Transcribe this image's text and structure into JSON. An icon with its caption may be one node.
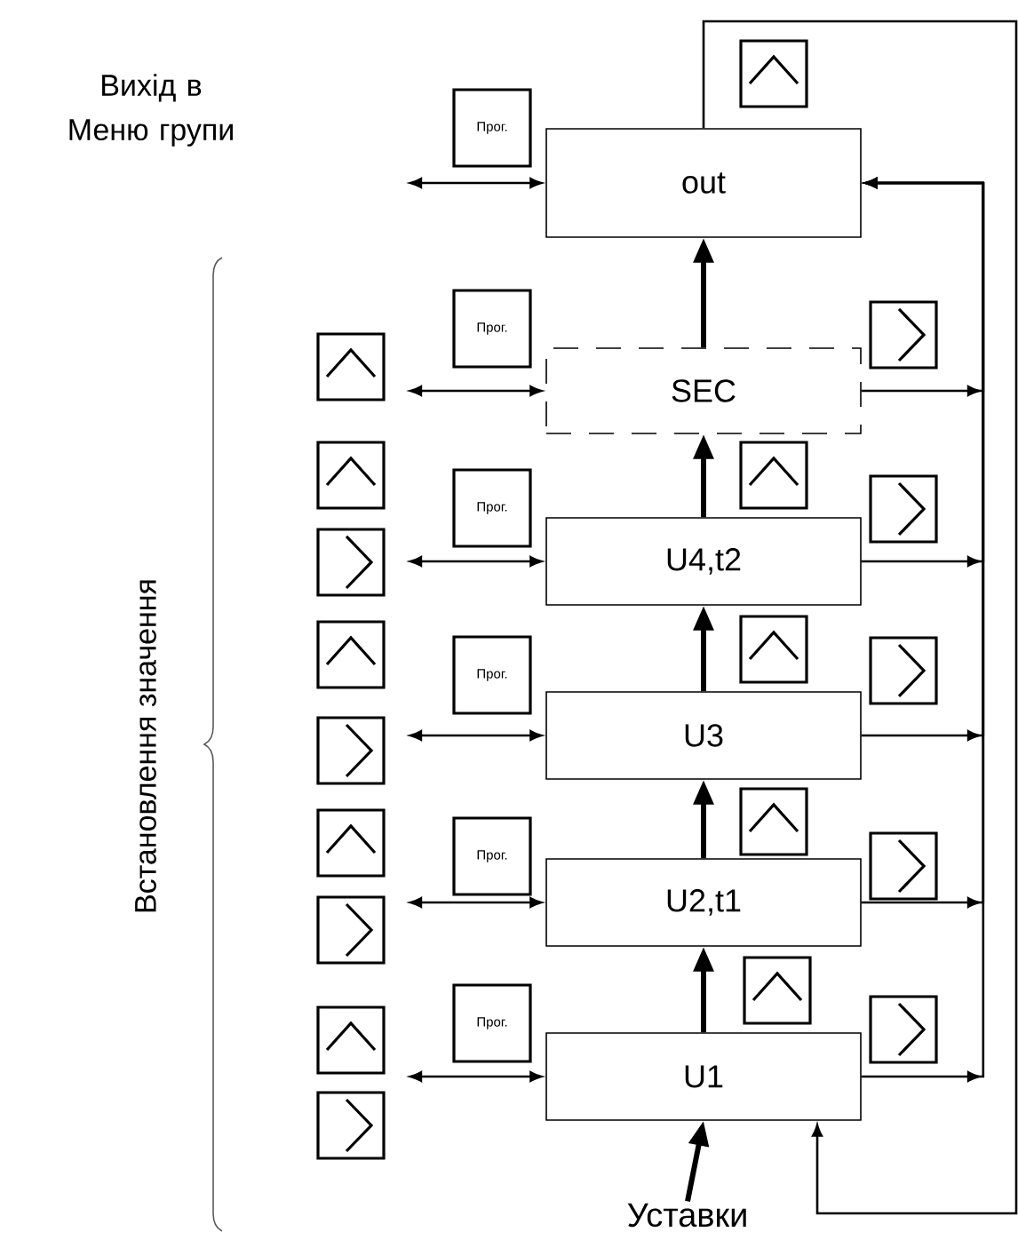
{
  "diagram": {
    "nodes": [
      {
        "text": [
          "out"
        ]
      },
      {
        "text": [
          "SEC"
        ]
      },
      {
        "text": [
          "U4,t2"
        ]
      },
      {
        "text": [
          "U3"
        ]
      },
      {
        "text": [
          "U2,t1"
        ]
      },
      {
        "text": [
          "U1"
        ]
      },
      {
        "text": [
          "Прог."
        ]
      },
      {
        "text": [
          "Прог."
        ]
      },
      {
        "text": [
          "Прог."
        ]
      },
      {
        "text": [
          "Прог."
        ]
      },
      {
        "text": [
          "Прог."
        ]
      },
      {
        "text": [
          "Прог."
        ]
      },
      {
        "text": [
          "Уставки"
        ]
      }
    ],
    "edges": [
      {
        "from": null,
        "to": 0,
        "arrow": "both"
      },
      {
        "from": null,
        "to": 1,
        "arrow": "both"
      },
      {
        "from": null,
        "to": 2,
        "arrow": "both"
      },
      {
        "from": null,
        "to": 3,
        "arrow": "both"
      },
      {
        "from": null,
        "to": 4,
        "arrow": "both"
      },
      {
        "from": null,
        "to": 5,
        "arrow": "both"
      },
      {
        "from": 12,
        "to": 5,
        "arrow": "to",
        "style": "thick"
      },
      {
        "from": 5,
        "to": 4,
        "arrow": "to",
        "style": "thick"
      },
      {
        "from": 4,
        "to": 3,
        "arrow": "to",
        "style": "thick"
      },
      {
        "from": 3,
        "to": 2,
        "arrow": "to",
        "style": "thick"
      },
      {
        "from": 2,
        "to": 1,
        "arrow": "to",
        "style": "thick"
      },
      {
        "from": 1,
        "to": 0,
        "arrow": "to",
        "style": "thick"
      },
      {
        "from": 1,
        "to": 0,
        "arrow": "to"
      },
      {
        "from": 2,
        "to": 0,
        "arrow": "to"
      },
      {
        "from": 3,
        "to": 0,
        "arrow": "to"
      },
      {
        "from": 4,
        "to": 0,
        "arrow": "to"
      },
      {
        "from": 5,
        "to": 0,
        "arrow": "to"
      },
      {
        "from": 0,
        "to": 5,
        "arrow": "to"
      }
    ],
    "labels": [
      "Вихід в Меню групи",
      "Встановлення значення"
    ]
  }
}
